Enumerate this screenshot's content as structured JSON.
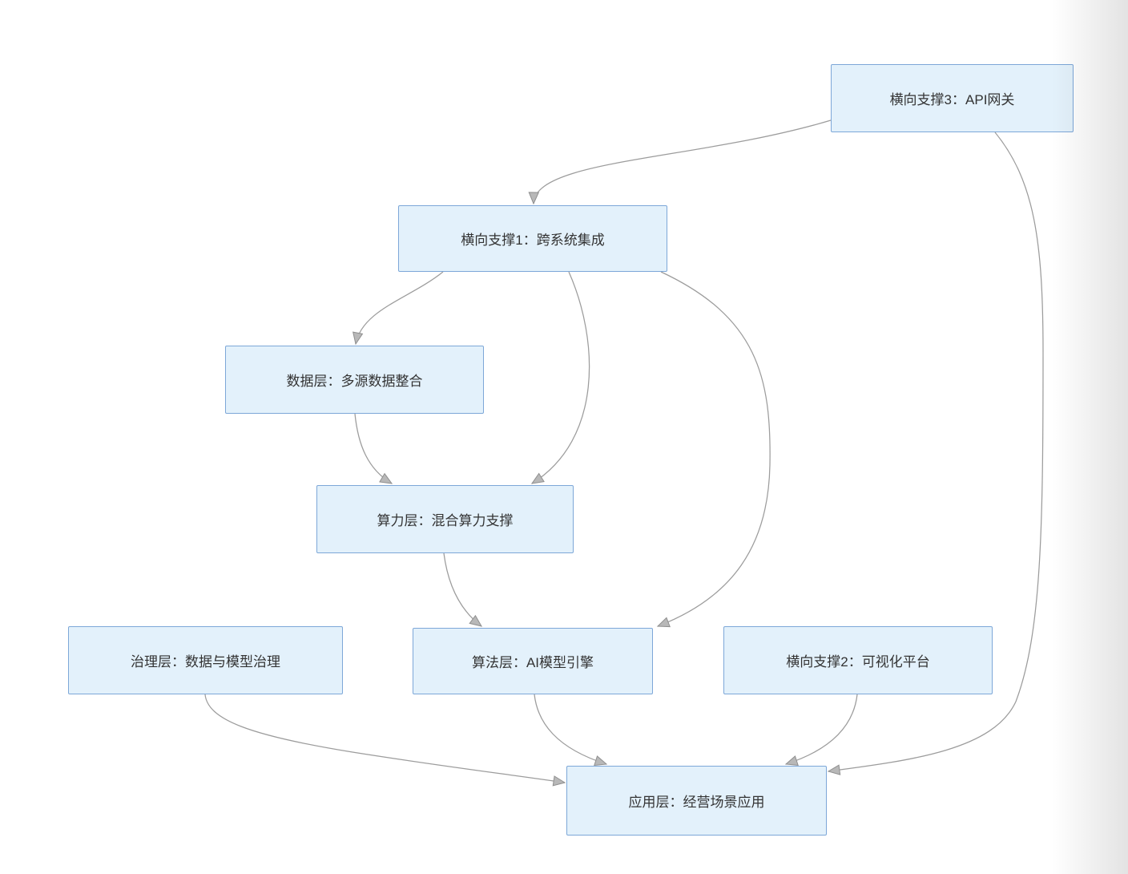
{
  "diagram": {
    "type": "flowchart",
    "nodes": [
      {
        "id": "support3",
        "label": "横向支撑3：API网关"
      },
      {
        "id": "support1",
        "label": "横向支撑1：跨系统集成"
      },
      {
        "id": "data",
        "label": "数据层：多源数据整合"
      },
      {
        "id": "compute",
        "label": "算力层：混合算力支撑"
      },
      {
        "id": "governance",
        "label": "治理层：数据与模型治理"
      },
      {
        "id": "algorithm",
        "label": "算法层：AI模型引擎"
      },
      {
        "id": "support2",
        "label": "横向支撑2：可视化平台"
      },
      {
        "id": "application",
        "label": "应用层：经营场景应用"
      }
    ],
    "edges": [
      {
        "from": "support3",
        "to": "support1"
      },
      {
        "from": "support3",
        "to": "application"
      },
      {
        "from": "support1",
        "to": "data"
      },
      {
        "from": "support1",
        "to": "compute"
      },
      {
        "from": "support1",
        "to": "algorithm"
      },
      {
        "from": "data",
        "to": "compute"
      },
      {
        "from": "compute",
        "to": "algorithm"
      },
      {
        "from": "governance",
        "to": "application"
      },
      {
        "from": "algorithm",
        "to": "application"
      },
      {
        "from": "support2",
        "to": "application"
      }
    ],
    "colors": {
      "node_fill": "#e3f1fb",
      "node_border": "#7da7d8",
      "edge": "#9c9c9c",
      "arrowhead": "#b8b8b8",
      "text": "#333333",
      "background": "#ffffff"
    }
  }
}
